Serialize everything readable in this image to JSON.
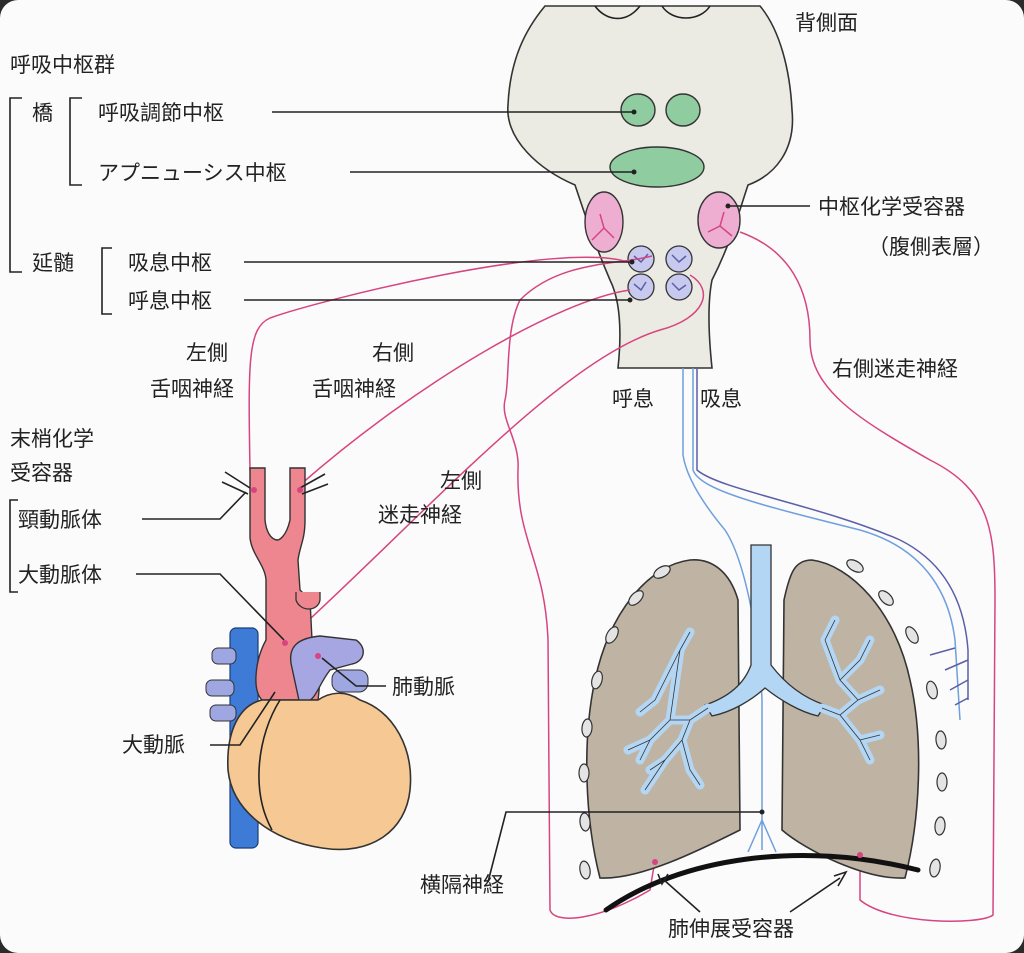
{
  "labels": {
    "dorsal_surface": "背側面",
    "respiratory_center_group": "呼吸中枢群",
    "pons": "橋",
    "pneumotaxic_center": "呼吸調節中枢",
    "apneustic_center": "アプニューシス中枢",
    "medulla": "延髄",
    "inspiratory_center": "吸息中枢",
    "expiratory_center": "呼息中枢",
    "central_chemoreceptor": "中枢化学受容器",
    "ventral_surface_layer": "（腹側表層）",
    "left_glossopharyngeal_1": "左側",
    "left_glossopharyngeal_2": "舌咽神経",
    "right_glossopharyngeal_1": "右側",
    "right_glossopharyngeal_2": "舌咽神経",
    "expiration": "呼息",
    "inspiration": "吸息",
    "right_vagus": "右側迷走神経",
    "peripheral_chemoreceptor_1": "末梢化学",
    "peripheral_chemoreceptor_2": "受容器",
    "carotid_body": "頸動脈体",
    "aortic_body": "大動脈体",
    "left_vagus_1": "左側",
    "left_vagus_2": "迷走神経",
    "pulmonary_artery": "肺動脈",
    "aorta": "大動脈",
    "phrenic_nerve": "横隔神経",
    "lung_stretch_receptor": "肺伸展受容器"
  },
  "colors": {
    "brainstem_fill": "#ecebe3",
    "pons_nucleus": "#8fcc9f",
    "chemoreceptor": "#eeaed2",
    "center_nucleus": "#c7c9ef",
    "afferent_nerve": "#d6457f",
    "efferent_nerve": "#6f9fdc",
    "vagus_efferent": "#5a5fa8",
    "lung": "#bfb4a3",
    "bronchi": "#b3d6f4",
    "heart": "#f6c994",
    "aorta": "#ee8690",
    "pulmonary_artery": "#a6a6e2",
    "vena_cava": "#3e7bd6",
    "diaphragm": "#111111"
  }
}
